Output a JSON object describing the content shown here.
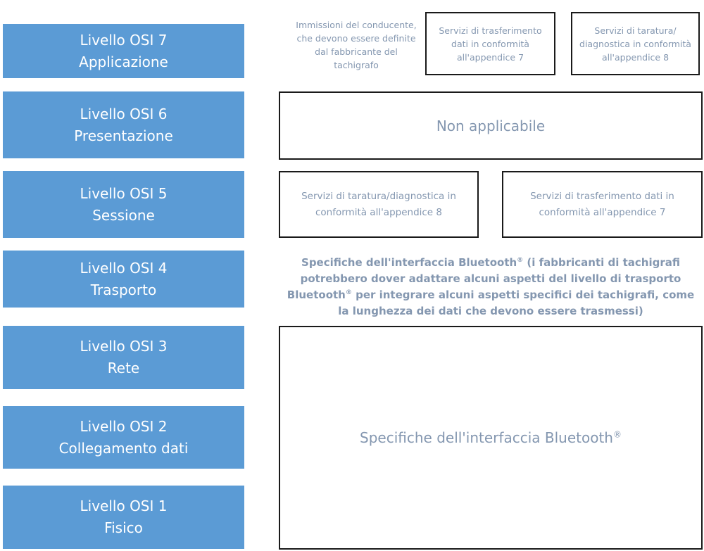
{
  "layers": [
    {
      "level": "Livello OSI 7",
      "name": "Applicazione"
    },
    {
      "level": "Livello OSI 6",
      "name": "Presentazione"
    },
    {
      "level": "Livello OSI 5",
      "name": "Sessione"
    },
    {
      "level": "Livello OSI 4",
      "name": "Trasporto"
    },
    {
      "level": "Livello OSI 3",
      "name": "Rete"
    },
    {
      "level": "Livello OSI 2",
      "name": "Collegamento dati"
    },
    {
      "level": "Livello OSI 1",
      "name": "Fisico"
    }
  ],
  "application": {
    "driver_inputs": "Immissioni del conducente, che devono essere definite dal fabbricante del tachigrafo",
    "data_transfer": "Servizi di trasferimento dati in conformità all'appendice 7",
    "calibration": "Servizi di taratura/ diagnostica in conformità all'appendice 8"
  },
  "presentation": {
    "text": "Non applicabile"
  },
  "session": {
    "calibration": "Servizi di taratura/diagnostica in conformità all'appendice 8",
    "data_transfer": "Servizi di trasferimento dati in conformità all'appendice 7"
  },
  "transport": {
    "text_before": "Specifiche dell'interfaccia Bluetooth",
    "text_middle": " (i fabbricanti di tachigrafi potrebbero dover adattare alcuni aspetti del livello di trasporto Bluetooth",
    "text_after": " per integrare alcuni aspetti specifici dei tachigrafi, come la lunghezza dei dati che devono essere trasmessi)",
    "registered_mark": "®"
  },
  "lower_layers": {
    "text": "Specifiche dell'interfaccia Bluetooth",
    "registered_mark": "®"
  },
  "colors": {
    "layer_fill": "#5b9bd5",
    "layer_text": "#ffffff",
    "box_text": "#8497b0",
    "box_border": "#1a1a1a"
  }
}
